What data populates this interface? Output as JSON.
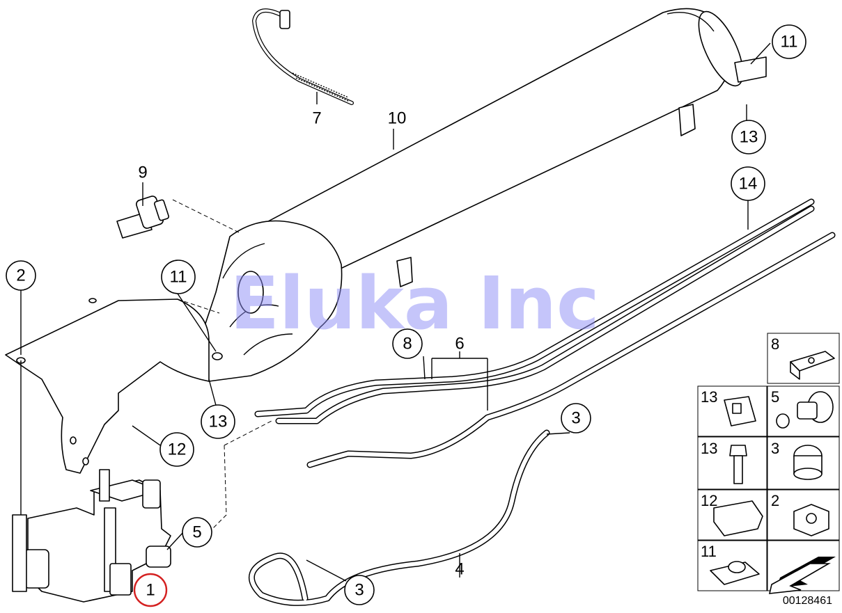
{
  "watermark": "Eluka Inc",
  "catalog_number": "00128461",
  "selected_callout": "1",
  "callouts": {
    "c1": "1",
    "c2": "2",
    "c3a": "3",
    "c3b": "3",
    "c4": "4",
    "c5": "5",
    "c6": "6",
    "c7": "7",
    "c8": "8",
    "c9": "9",
    "c10": "10",
    "c11a": "11",
    "c11b": "11",
    "c12": "12",
    "c13a": "13",
    "c13b": "13",
    "c14": "14"
  },
  "inset": {
    "cells": [
      {
        "label": "8"
      },
      {
        "label": "13"
      },
      {
        "label": "5"
      },
      {
        "label": "13"
      },
      {
        "label": "3"
      },
      {
        "label": "12"
      },
      {
        "label": "2"
      },
      {
        "label": "11"
      }
    ]
  },
  "colors": {
    "selected_ring": "#d42020",
    "watermark": "#8c8cf5",
    "ink": "#000000"
  }
}
